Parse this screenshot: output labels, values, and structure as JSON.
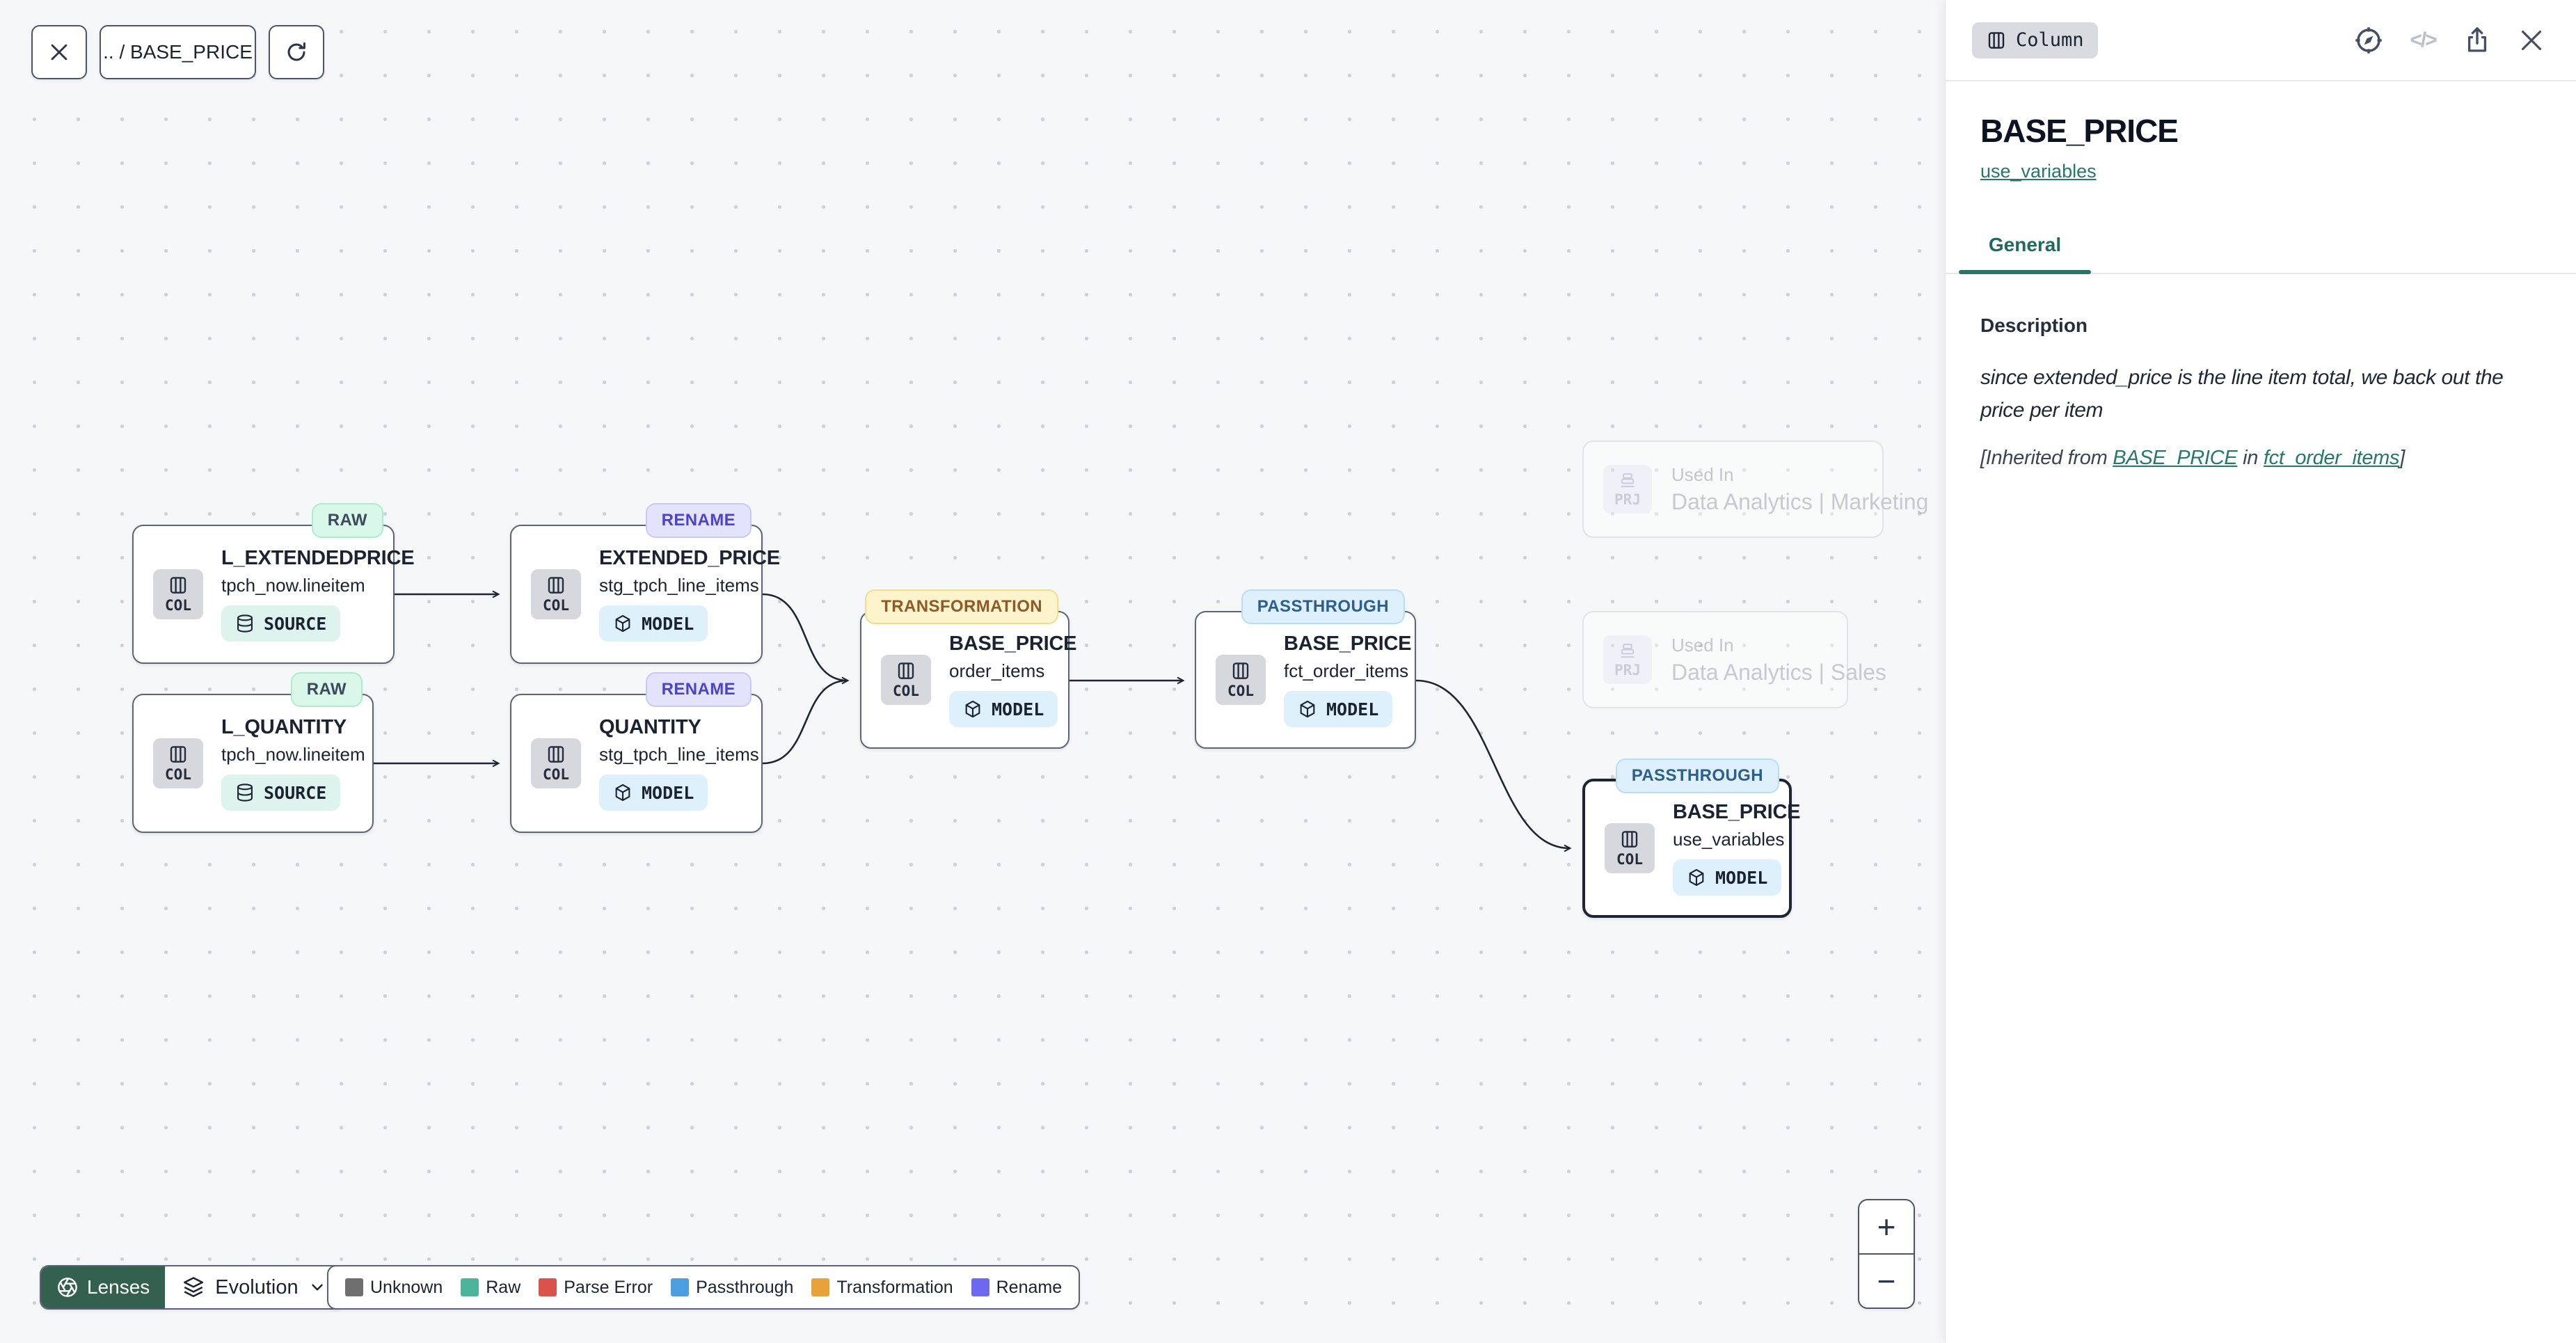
{
  "toolbar": {
    "breadcrumb": ".. / BASE_PRICE"
  },
  "canvas": {
    "col_chip_label": "COL",
    "nodes": [
      {
        "title": "L_EXTENDEDPRICE",
        "subtitle": "tpch_now.lineitem",
        "lens": "RAW",
        "type": "SOURCE"
      },
      {
        "title": "EXTENDED_PRICE",
        "subtitle": "stg_tpch_line_items",
        "lens": "RENAME",
        "type": "MODEL"
      },
      {
        "title": "L_QUANTITY",
        "subtitle": "tpch_now.lineitem",
        "lens": "RAW",
        "type": "SOURCE"
      },
      {
        "title": "QUANTITY",
        "subtitle": "stg_tpch_line_items",
        "lens": "RENAME",
        "type": "MODEL"
      },
      {
        "title": "BASE_PRICE",
        "subtitle": "order_items",
        "lens": "TRANSFORMATION",
        "type": "MODEL"
      },
      {
        "title": "BASE_PRICE",
        "subtitle": "fct_order_items",
        "lens": "PASSTHROUGH",
        "type": "MODEL"
      },
      {
        "title": "BASE_PRICE",
        "subtitle": "use_variables",
        "lens": "PASSTHROUGH",
        "type": "MODEL"
      }
    ],
    "used_in": [
      {
        "chip": "PRJ",
        "label": "Used In",
        "project": "Data Analytics | Marketing"
      },
      {
        "chip": "PRJ",
        "label": "Used In",
        "project": "Data Analytics | Sales"
      }
    ]
  },
  "lens_bar": {
    "lenses": "Lenses",
    "mode": "Evolution"
  },
  "legend": {
    "items": [
      {
        "label": "Unknown",
        "color": "#6f6f6f"
      },
      {
        "label": "Raw",
        "color": "#4db39b"
      },
      {
        "label": "Parse Error",
        "color": "#d9534c"
      },
      {
        "label": "Passthrough",
        "color": "#4b9fe0"
      },
      {
        "label": "Transformation",
        "color": "#e9a23b"
      },
      {
        "label": "Rename",
        "color": "#6d68f0"
      }
    ]
  },
  "zoom_controls": {
    "zoom_in": "+",
    "zoom_out": "−"
  },
  "panel": {
    "type_badge": "Column",
    "title": "BASE_PRICE",
    "model_link": "use_variables",
    "tabs": [
      {
        "label": "General"
      }
    ],
    "description_label": "Description",
    "description_text": "since extended_price is the line item total, we back out the price per item",
    "inherited_prefix": "[Inherited from ",
    "inherited_link_column": "BASE_PRICE",
    "inherited_middle": " in ",
    "inherited_link_model": "fct_order_items",
    "inherited_suffix": "]"
  },
  "colors": {
    "accent_teal": "#2b7468",
    "lenses_button_bg": "#33604f",
    "lens_raw_bg": "#d9f8ea",
    "lens_rename_bg": "#e3e3fc",
    "lens_transformation_bg": "#fdf3cc",
    "lens_passthrough_bg": "#def0fc",
    "edge_color": "#1d2534"
  }
}
